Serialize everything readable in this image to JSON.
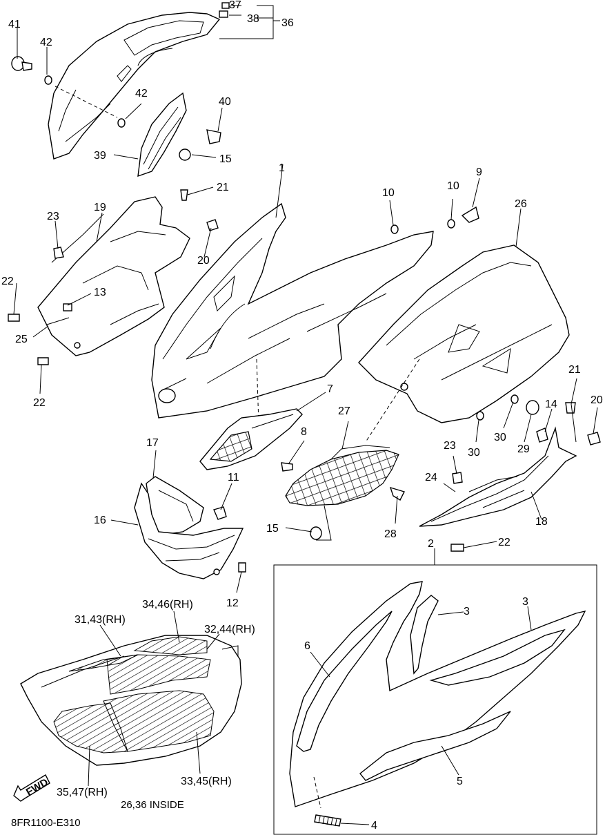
{
  "diagram": {
    "labels": {
      "p1": "1",
      "p2": "2",
      "p3a": "3",
      "p3b": "3",
      "p4": "4",
      "p5": "5",
      "p6": "6",
      "p7": "7",
      "p8": "8",
      "p9": "9",
      "p10a": "10",
      "p10b": "10",
      "p11": "11",
      "p12": "12",
      "p13": "13",
      "p14": "14",
      "p15a": "15",
      "p15b": "15",
      "p16": "16",
      "p17": "17",
      "p18": "18",
      "p19": "19",
      "p20a": "20",
      "p20b": "20",
      "p21a": "21",
      "p21b": "21",
      "p22a": "22",
      "p22b": "22",
      "p22c": "22",
      "p23a": "23",
      "p23b": "23",
      "p24": "24",
      "p25": "25",
      "p26": "26",
      "p27": "27",
      "p28": "28",
      "p29": "29",
      "p30a": "30",
      "p30b": "30",
      "p31": "31,43(RH)",
      "p32": "32,44(RH)",
      "p33": "33,45(RH)",
      "p34": "34,46(RH)",
      "p35": "35,47(RH)",
      "p36": "36",
      "p37": "37",
      "p38": "38",
      "p39": "39",
      "p40": "40",
      "p41": "41",
      "p42a": "42",
      "p42b": "42"
    },
    "fwd": "FWD",
    "inside_note": "26,36 INSIDE",
    "code": "8FR1100-E310"
  }
}
